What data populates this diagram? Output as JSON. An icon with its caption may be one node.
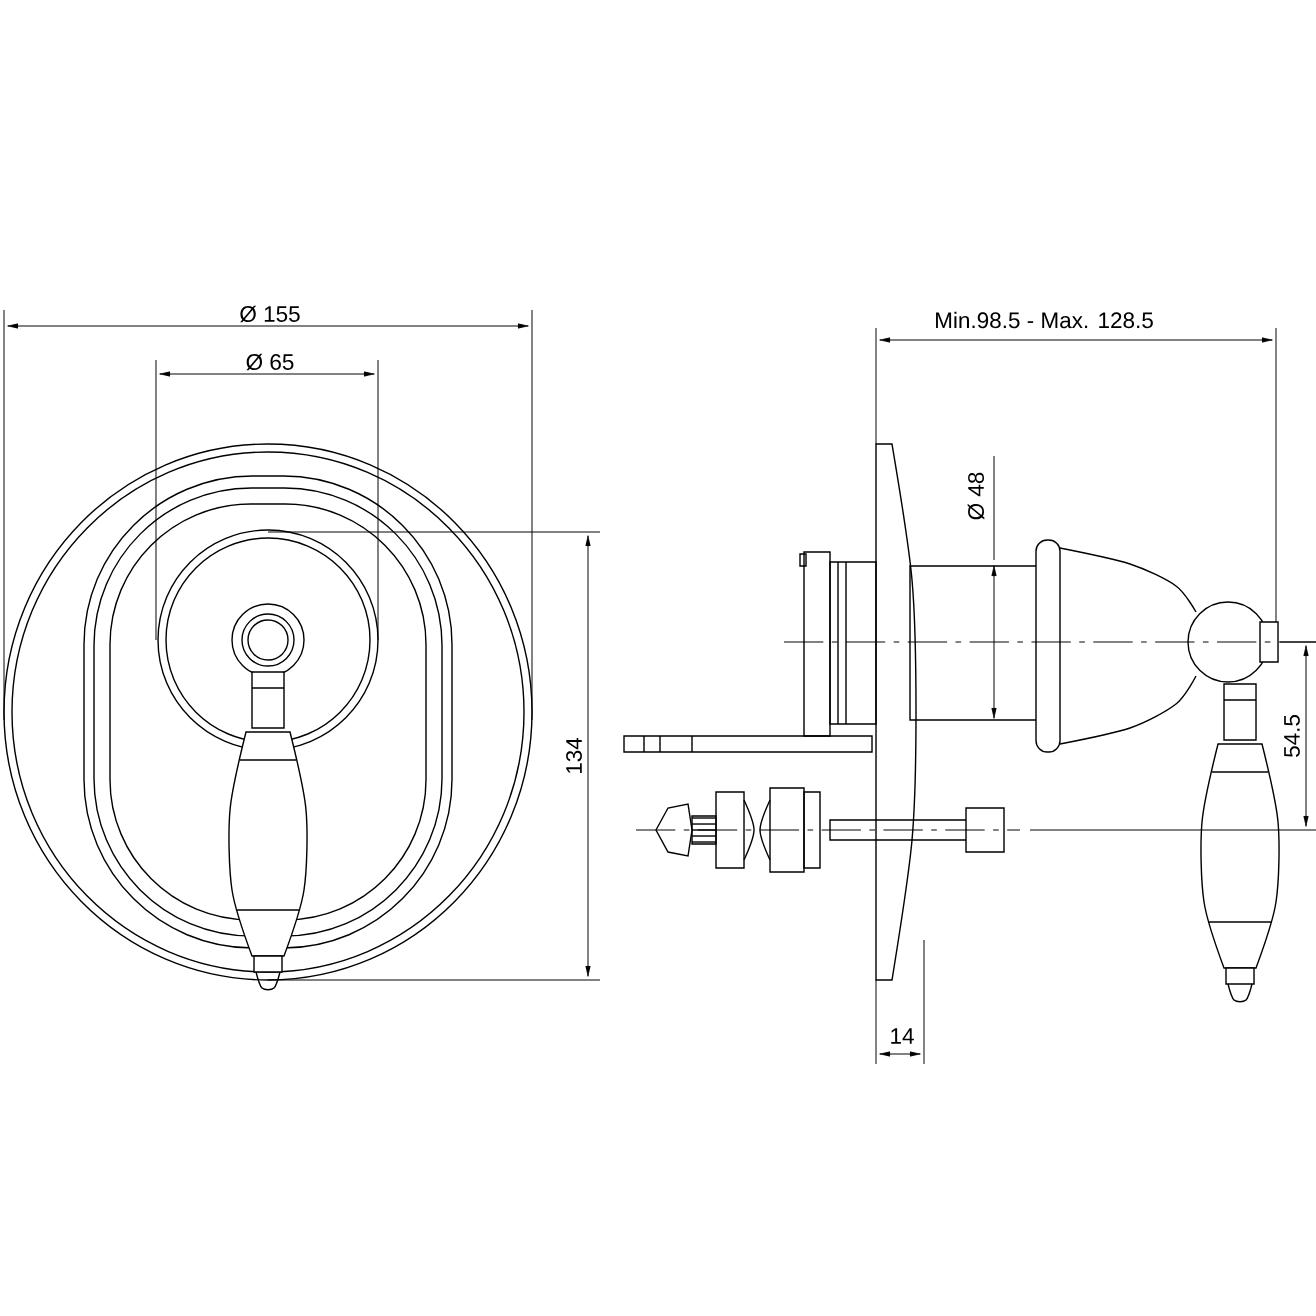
{
  "diagram": {
    "labels": [
      "Ø 155",
      "Min.98.5 - Max. 128.5",
      "Ø 65",
      "Ø 48",
      "54.5",
      "134",
      "14"
    ]
  }
}
